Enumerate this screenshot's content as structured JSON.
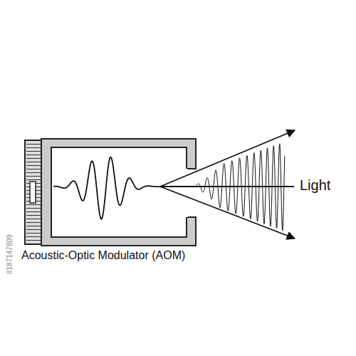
{
  "diagram": {
    "labels": [
      "Light",
      "Acoustic-Optic Modulator (AOM)",
      "#187147809"
    ]
  }
}
